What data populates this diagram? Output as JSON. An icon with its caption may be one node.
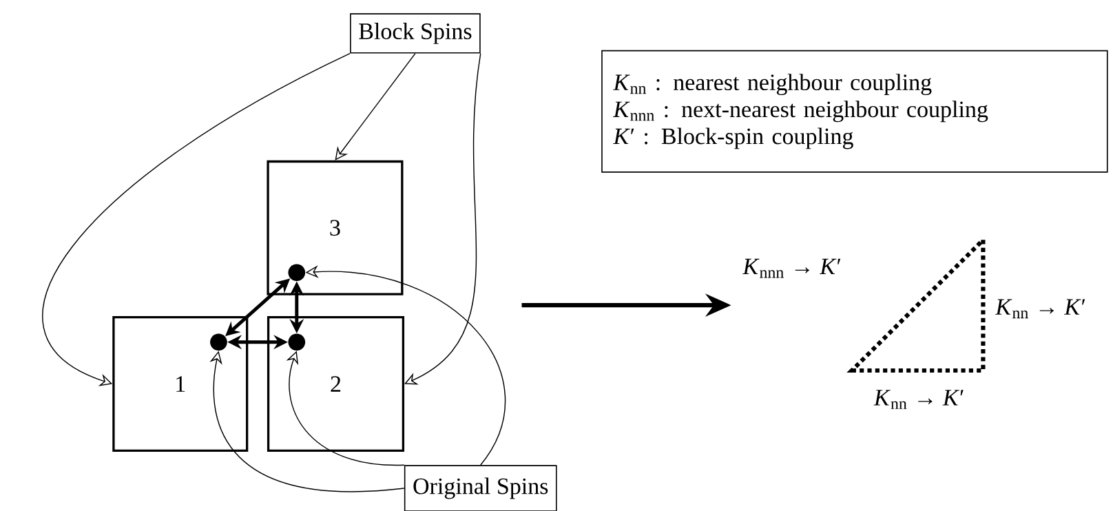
{
  "diagram": {
    "nodes": [
      {
        "text": [
          "Block Spins"
        ]
      },
      {
        "text": [
          "*K*$_{nn}$ : nearest neighbour coupling",
          "*K*$_{nnn}$ : next-nearest neighbour coupling",
          "*K*′ : Block-spin coupling"
        ]
      },
      {
        "text": [
          "3"
        ]
      },
      {
        "text": [
          "1"
        ]
      },
      {
        "text": [
          "2"
        ]
      },
      {
        "text": [],
        "shape": "circle",
        "in": 2
      },
      {
        "text": [],
        "shape": "circle",
        "in": 3
      },
      {
        "text": [],
        "shape": "circle",
        "in": 4
      },
      {
        "text": [
          "Original Spins"
        ]
      }
    ],
    "edges": [
      {
        "from": 0,
        "to": 3,
        "arrow": "to"
      },
      {
        "from": 0,
        "to": 2,
        "arrow": "to"
      },
      {
        "from": 0,
        "to": 4,
        "arrow": "to"
      },
      {
        "from": 6,
        "to": 7,
        "arrow": "both",
        "style": "thick"
      },
      {
        "from": 7,
        "to": 5,
        "arrow": "both",
        "style": "thick"
      },
      {
        "from": 6,
        "to": 5,
        "arrow": "both",
        "style": "thick"
      },
      {
        "from": 8,
        "to": 6,
        "arrow": "to"
      },
      {
        "from": 8,
        "to": 7,
        "arrow": "to"
      },
      {
        "from": 8,
        "to": 5,
        "arrow": "to"
      }
    ],
    "labels": [
      "*K*$_{nnn}$ → *K*′",
      "*K*$_{nn}$ → *K*′",
      "*K*$_{nn}$ → *K*′"
    ]
  }
}
